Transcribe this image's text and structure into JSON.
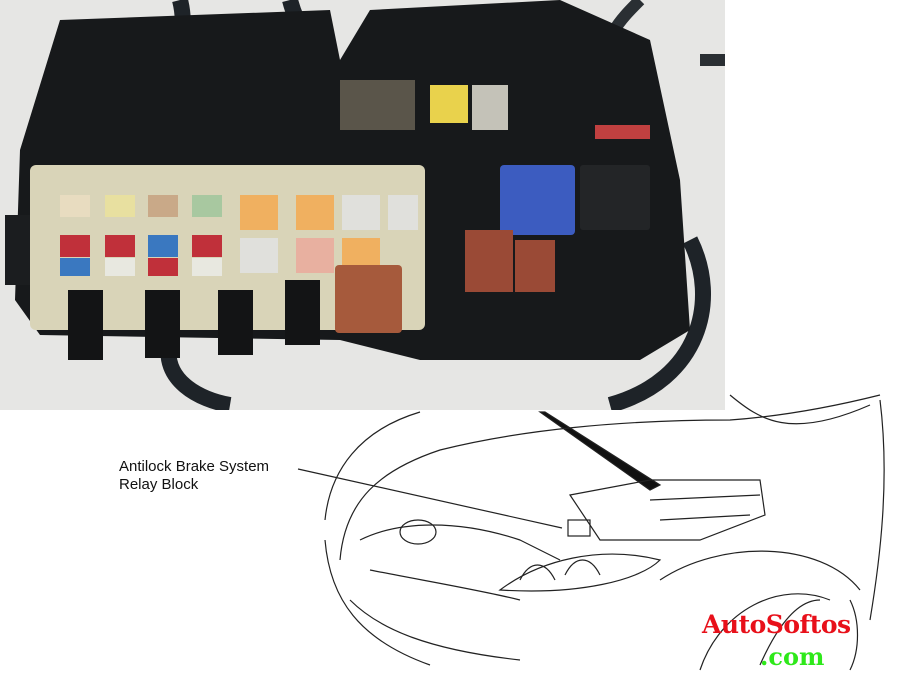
{
  "diagram": {
    "callout_line1": "Antilock Brake System",
    "callout_line2": "Relay Block"
  },
  "watermark": {
    "brand": "AutoSoftos",
    "domain": ".com",
    "brand_color": "#e8101a",
    "domain_color": "#2ee81a"
  }
}
